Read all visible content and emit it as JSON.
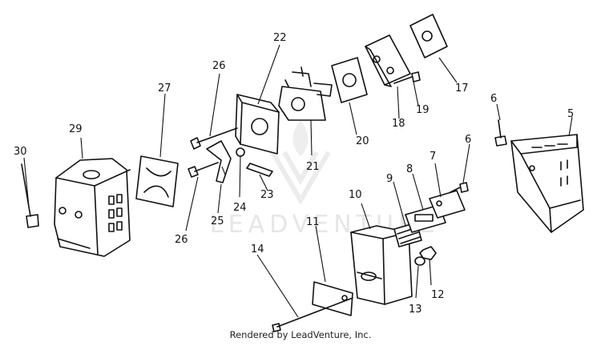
{
  "watermark": {
    "brand": "LEADVENTURE"
  },
  "caption": "Rendered by LeadVenture, Inc.",
  "callouts": {
    "p5": "5",
    "p6a": "6",
    "p6b": "6",
    "p7": "7",
    "p8": "8",
    "p9": "9",
    "p10": "10",
    "p11": "11",
    "p12": "12",
    "p13": "13",
    "p14": "14",
    "p17": "17",
    "p18": "18",
    "p19": "19",
    "p20": "20",
    "p21": "21",
    "p22": "22",
    "p23": "23",
    "p24": "24",
    "p25": "25",
    "p26a": "26",
    "p26b": "26",
    "p27": "27",
    "p29": "29",
    "p30": "30"
  }
}
